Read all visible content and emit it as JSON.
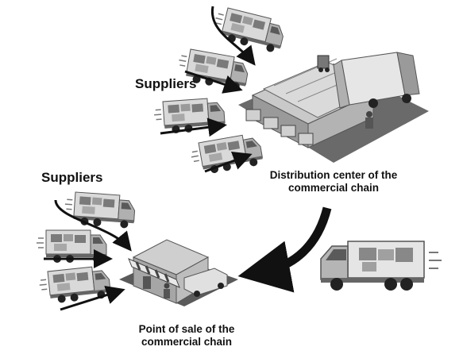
{
  "labels": {
    "suppliers_top": "Suppliers",
    "suppliers_bottom": "Suppliers",
    "distribution_center": [
      "Distribution center of the",
      "commercial chain"
    ],
    "point_of_sale": [
      "Point of sale of the",
      "commercial chain"
    ]
  },
  "icons": {
    "supplier_truck": "delivery-truck-icon",
    "warehouse": "warehouse-icon",
    "store": "store-icon",
    "big_truck": "large-delivery-truck-icon",
    "flow_arrow": "arrow-icon"
  },
  "colors": {
    "ink": "#111111",
    "truck_body": "#d9d9d9",
    "truck_cab": "#8c8c8c",
    "building_roof": "#bdbdbd",
    "building_wall": "#9a9a9a",
    "ground": "#5a5a5a"
  }
}
